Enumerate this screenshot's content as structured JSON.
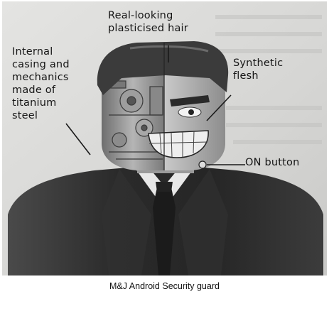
{
  "labels": {
    "hair": "Real-looking\nplasticised hair",
    "internal": "Internal\ncasing and\nmechanics\nmade of\ntitanium\nsteel",
    "flesh": "Synthetic\nflesh",
    "on_button": "ON button"
  },
  "caption": "M&J Android Security guard",
  "colors": {
    "paper": "#d9d9d7",
    "suit": "#2b2b2b",
    "hair": "#3a3a3a",
    "skin": "#bdbdbd",
    "metal": "#8f8f8f"
  }
}
